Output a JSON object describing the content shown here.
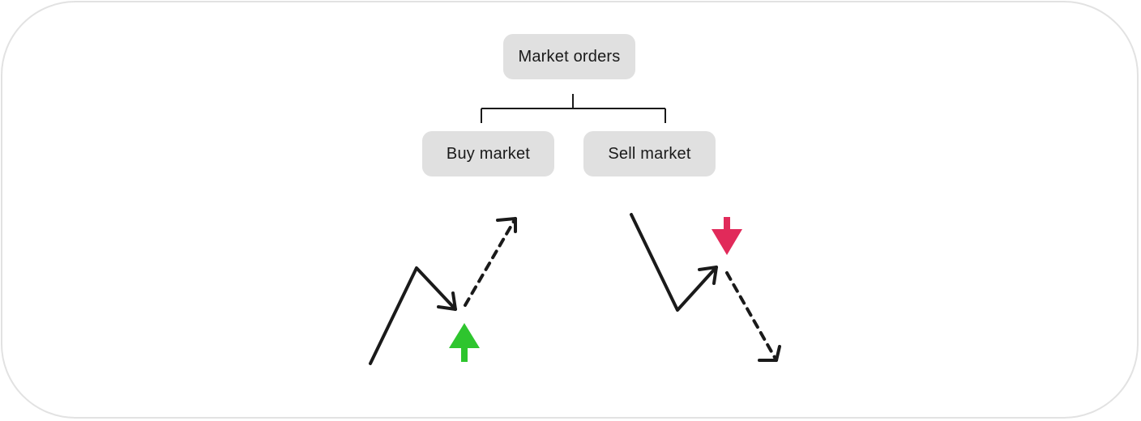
{
  "diagram": {
    "root": {
      "label": "Market orders"
    },
    "children": [
      {
        "label": "Buy market",
        "direction": "up",
        "arrow_color": "#2ec52e"
      },
      {
        "label": "Sell market",
        "direction": "down",
        "arrow_color": "#e12a5a"
      }
    ]
  },
  "colors": {
    "node_fill": "#e0e0e0",
    "line": "#1a1a1a",
    "buy_arrow": "#2ec52e",
    "sell_arrow": "#e12a5a",
    "frame_border": "#e2e2e2"
  }
}
